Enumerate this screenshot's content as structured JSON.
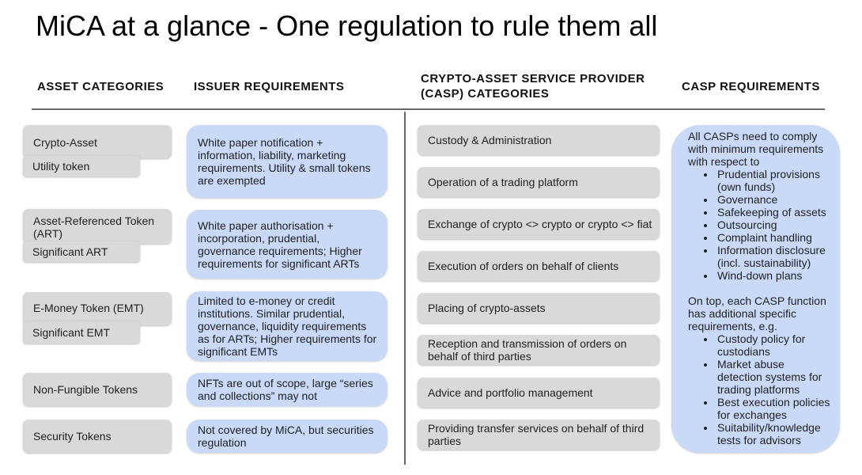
{
  "title": "MiCA at a glance - One regulation to rule them all",
  "headers": {
    "asset_categories": "ASSET CATEGORIES",
    "issuer_requirements": "ISSUER REQUIREMENTS",
    "casp_categories": "CRYPTO-ASSET SERVICE PROVIDER (CASP) CATEGORIES",
    "casp_requirements": "CASP REQUIREMENTS"
  },
  "assets": [
    {
      "label": "Crypto-Asset",
      "sub": "Utility token"
    },
    {
      "label": "Asset-Referenced Token (ART)",
      "sub": "Significant ART"
    },
    {
      "label": "E-Money Token (EMT)",
      "sub": "Significant EMT"
    },
    {
      "label": "Non-Fungible Tokens"
    },
    {
      "label": "Security Tokens"
    }
  ],
  "issuer": [
    "White paper notification + information, liability, marketing requirements. Utility & small tokens are exempted",
    "White paper authorisation + incorporation, prudential, governance requirements; Higher requirements for significant ARTs",
    "Limited to e-money or credit institutions. Similar prudential, governance, liquidity requirements as for ARTs; Higher requirements for significant EMTs",
    "NFTs are out of scope, large “series and collections” may not",
    "Not covered by MiCA, but securities regulation"
  ],
  "casp_categories": [
    "Custody & Administration",
    "Operation of a trading platform",
    "Exchange of crypto <> crypto or crypto <> fiat",
    "Execution of orders on behalf of clients",
    "Placing of crypto-assets",
    "Reception and transmission of orders on behalf of third parties",
    "Advice and portfolio management",
    "Providing transfer services on behalf of third parties"
  ],
  "casp_requirements": {
    "intro": "All CASPs need to comply with minimum requirements with respect to",
    "items": [
      "Prudential provisions (own funds)",
      "Governance",
      "Safekeeping of assets",
      "Outsourcing",
      "Complaint handling",
      "Information disclosure (incl. sustainability)",
      "Wind-down plans"
    ],
    "intro2": "On top, each CASP function has additional specific requirements, e.g.",
    "items2": [
      "Custody policy for custodians",
      "Market abuse detection systems for trading platforms",
      "Best execution policies for exchanges",
      "Suitability/knowledge tests for advisors"
    ]
  },
  "colors": {
    "gray_box": "#d9d9d9",
    "blue_box": "#c9daf8",
    "divider": "#6b6b6b"
  }
}
